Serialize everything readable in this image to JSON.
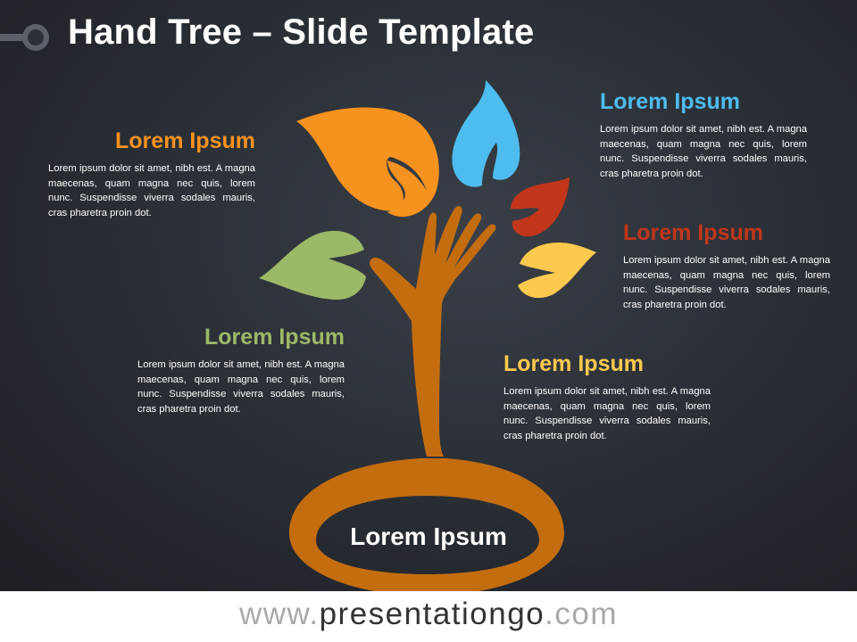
{
  "title": "Hand Tree – Slide Template",
  "blocks": {
    "orange": {
      "heading": "Lorem Ipsum",
      "text": "Lorem ipsum dolor sit amet, nibh est. A magna maecenas, quam magna nec quis, lorem nunc. Suspendisse viverra sodales mauris, cras pharetra proin dot.",
      "color": "#f6921e"
    },
    "blue": {
      "heading": "Lorem Ipsum",
      "text": "Lorem ipsum dolor sit amet, nibh est. A magna maecenas, quam magna nec quis, lorem nunc. Suspendisse viverra sodales mauris, cras pharetra proin dot.",
      "color": "#4dbcee"
    },
    "red": {
      "heading": "Lorem Ipsum",
      "text": "Lorem ipsum dolor sit amet, nibh est. A magna maecenas, quam magna nec quis, lorem nunc. Suspendisse viverra sodales mauris, cras pharetra proin dot.",
      "color": "#c1361b"
    },
    "green": {
      "heading": "Lorem Ipsum",
      "text": "Lorem ipsum dolor sit amet, nibh est. A magna maecenas, quam magna nec quis, lorem nunc. Suspendisse viverra sodales mauris, cras pharetra proin dot.",
      "color": "#9cb967"
    },
    "yellow": {
      "heading": "Lorem Ipsum",
      "text": "Lorem ipsum dolor sit amet, nibh est. A magna maecenas, quam magna nec quis, lorem nunc. Suspendisse viverra sodales mauris, cras pharetra proin dot.",
      "color": "#fdc94e"
    }
  },
  "root_label": "Lorem Ipsum",
  "trunk_color": "#c46d0f",
  "footer": {
    "prefix": "www.",
    "brand": "presentationgo",
    "suffix": ".com"
  }
}
